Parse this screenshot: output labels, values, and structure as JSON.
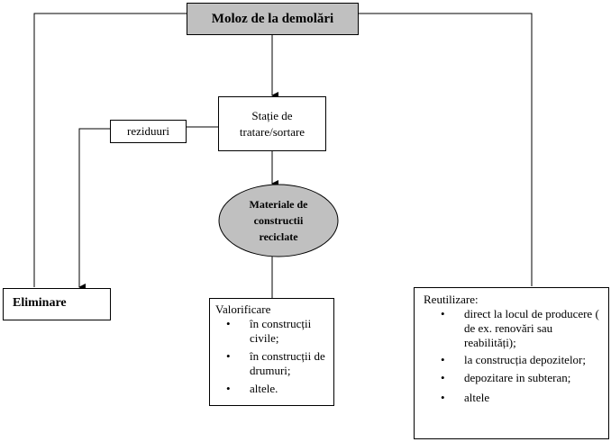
{
  "source": {
    "label": "Moloz de la demolări"
  },
  "station": {
    "line1": "Stație de",
    "line2": "tratare/sortare"
  },
  "residues": {
    "label": "reziduuri"
  },
  "recycled": {
    "line1": "Materiale de",
    "line2": "constructii",
    "line3": "reciclate"
  },
  "elimination": {
    "label": "Eliminare"
  },
  "valorization": {
    "title": "Valorificare",
    "items": [
      "în construcții civile;",
      "în construcții de drumuri;",
      "altele."
    ]
  },
  "reuse": {
    "title": "Reutilizare:",
    "items": [
      "direct la locul de producere ( de ex. renovări sau reabilități);",
      "la construcția depozitelor;",
      "depozitare in subteran;",
      "altele"
    ]
  },
  "colors": {
    "gray_fill": "#c0c0c0"
  }
}
